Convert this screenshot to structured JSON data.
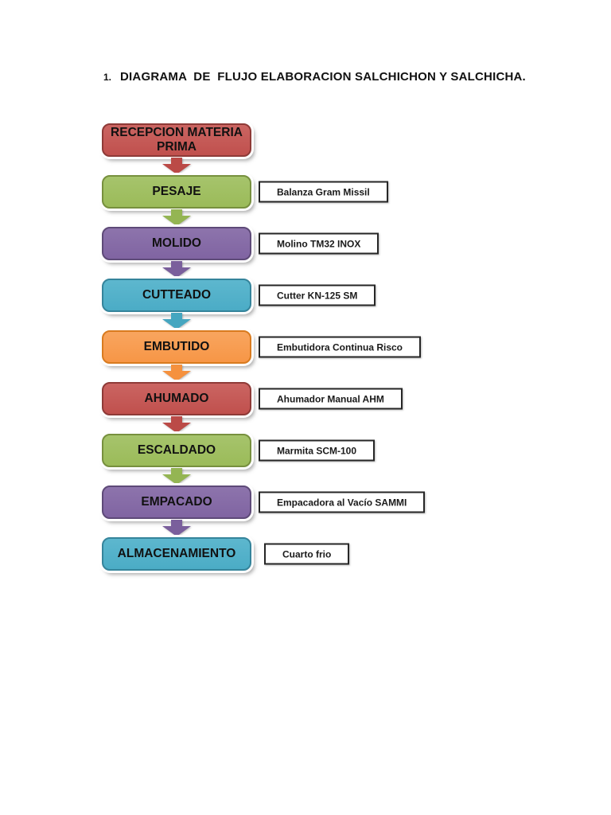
{
  "page": {
    "title_number": "1.",
    "title": "DIAGRAMA  DE  FLUJO ELABORACION SALCHICHON Y SALCHICHA."
  },
  "palette": {
    "red": {
      "fill": "#C0504D",
      "border": "#8E3A37"
    },
    "green": {
      "fill": "#9BBB59",
      "border": "#77903E"
    },
    "purple": {
      "fill": "#8064A2",
      "border": "#5E4A78"
    },
    "teal": {
      "fill": "#4BACC6",
      "border": "#35849B"
    },
    "orange": {
      "fill": "#F79646",
      "border": "#D97B1F"
    },
    "equipment_box_border": "#262626",
    "equipment_box_fill": "#FFFFFF"
  },
  "flow": {
    "steps": [
      {
        "label": "RECEPCION MATERIA PRIMA",
        "equipment": null,
        "color_name": "red",
        "fill": "#C0504D",
        "arrow_after": true
      },
      {
        "label": "PESAJE",
        "equipment": "Balanza Gram Missil",
        "color_name": "green",
        "fill": "#9BBB59",
        "arrow_after": true
      },
      {
        "label": "MOLIDO",
        "equipment": "Molino TM32 INOX",
        "color_name": "purple",
        "fill": "#8064A2",
        "arrow_after": true
      },
      {
        "label": "CUTTEADO",
        "equipment": "Cutter KN-125 SM",
        "color_name": "teal",
        "fill": "#4BACC6",
        "arrow_after": true
      },
      {
        "label": "EMBUTIDO",
        "equipment": "Embutidora Continua Risco",
        "color_name": "orange",
        "fill": "#F79646",
        "arrow_after": true
      },
      {
        "label": "AHUMADO",
        "equipment": "Ahumador Manual AHM",
        "color_name": "red",
        "fill": "#C0504D",
        "arrow_after": true
      },
      {
        "label": "ESCALDADO",
        "equipment": "Marmita SCM-100",
        "color_name": "green",
        "fill": "#9BBB59",
        "arrow_after": true
      },
      {
        "label": "EMPACADO",
        "equipment": "Empacadora al Vacío SAMMI",
        "color_name": "purple",
        "fill": "#8064A2",
        "arrow_after": true
      },
      {
        "label": "ALMACENAMIENTO",
        "equipment": "Cuarto frio",
        "color_name": "teal",
        "fill": "#4BACC6",
        "arrow_after": false
      }
    ]
  }
}
